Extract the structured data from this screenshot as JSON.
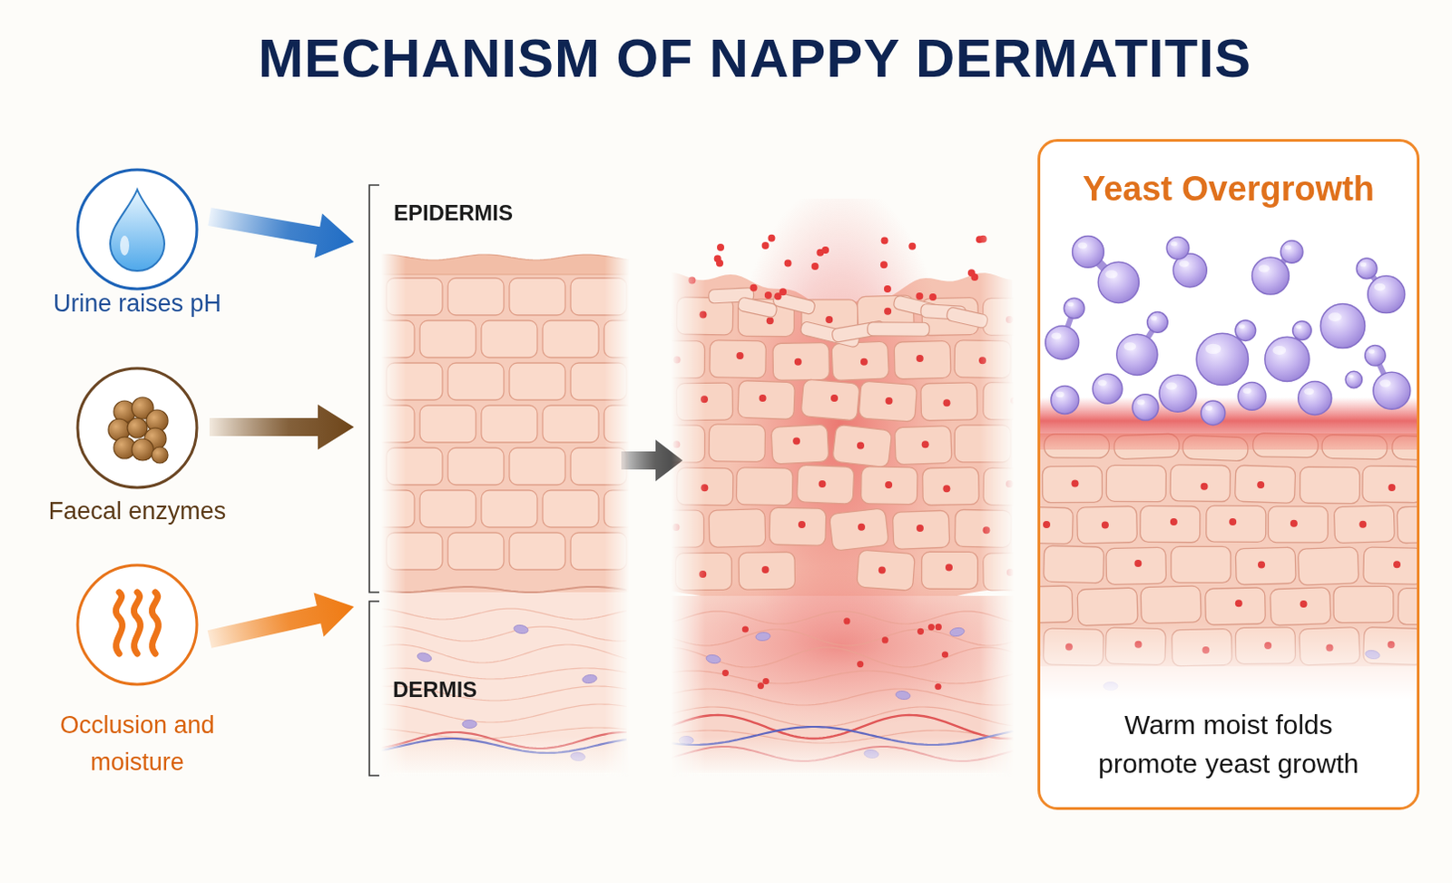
{
  "diagram": {
    "title": "MECHANISM OF NAPPY DERMATITIS",
    "nodes": [
      {
        "text": [
          "Urine raises pH"
        ]
      },
      {
        "text": [
          "Faecal enzymes"
        ]
      },
      {
        "text": [
          "Occlusion and moisture"
        ]
      },
      {
        "text": [
          "Yeast Overgrowth",
          "Warm moist folds promote yeast growth"
        ]
      }
    ],
    "labels": [
      "EPIDERMIS",
      "DERMIS"
    ]
  }
}
